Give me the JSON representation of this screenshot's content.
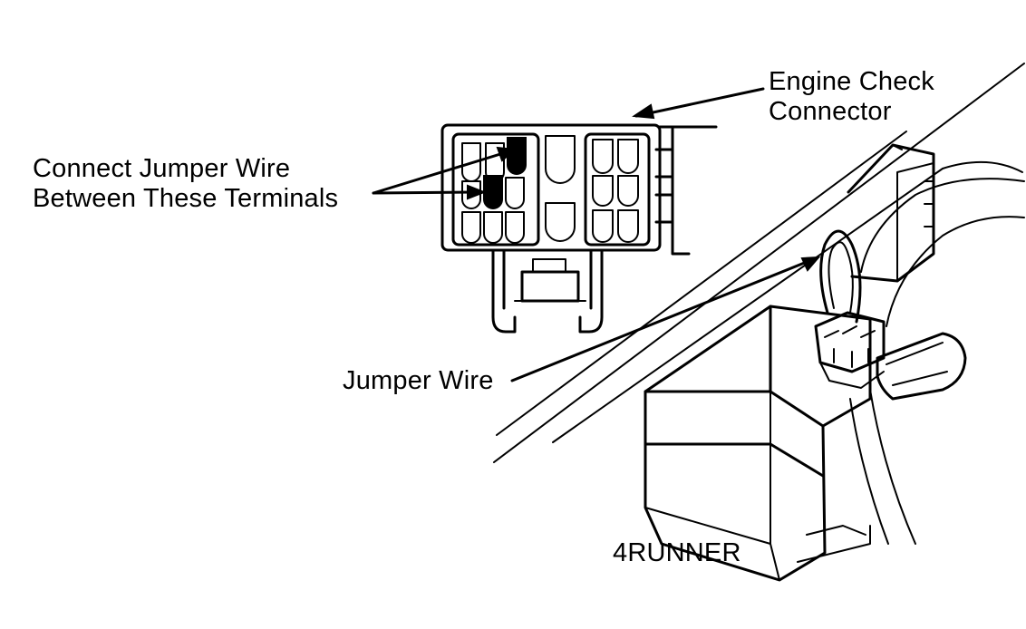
{
  "labels": {
    "engine_check_line1": "Engine Check",
    "engine_check_line2": "Connector",
    "connect_line1": "Connect Jumper Wire",
    "connect_line2": "Between These Terminals",
    "jumper_wire": "Jumper Wire",
    "model": "4RUNNER"
  },
  "colors": {
    "ink": "#000000",
    "paper": "#ffffff"
  }
}
